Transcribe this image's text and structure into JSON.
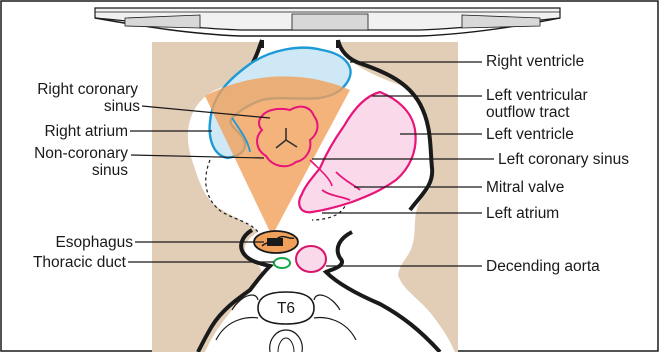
{
  "labels": {
    "right_coronary_sinus_1": "Right coronary",
    "right_coronary_sinus_2": "sinus",
    "right_atrium": "Right atrium",
    "non_coronary_sinus_1": "Non-coronary",
    "non_coronary_sinus_2": "sinus",
    "esophagus": "Esophagus",
    "thoracic_duct": "Thoracic duct",
    "right_ventricle": "Right ventricle",
    "lvot_1": "Left ventricular",
    "lvot_2": "outflow tract",
    "left_ventricle": "Left ventricle",
    "left_coronary_sinus": "Left coronary sinus",
    "mitral_valve": "Mitral valve",
    "left_atrium": "Left atrium",
    "descending_aorta": "Decending aorta",
    "vertebra": "T6"
  },
  "colors": {
    "tissue": "#e2cdb6",
    "right_heart_fill": "#cfe8f6",
    "right_heart_stroke": "#1b9ad6",
    "left_heart_fill": "#f9d9ea",
    "left_heart_stroke": "#e8147a",
    "beam": "#f0a05a",
    "aorta_stroke": "#d8166a",
    "thoracic_duct_stroke": "#1aa64a",
    "outline": "#1a1a1a"
  }
}
